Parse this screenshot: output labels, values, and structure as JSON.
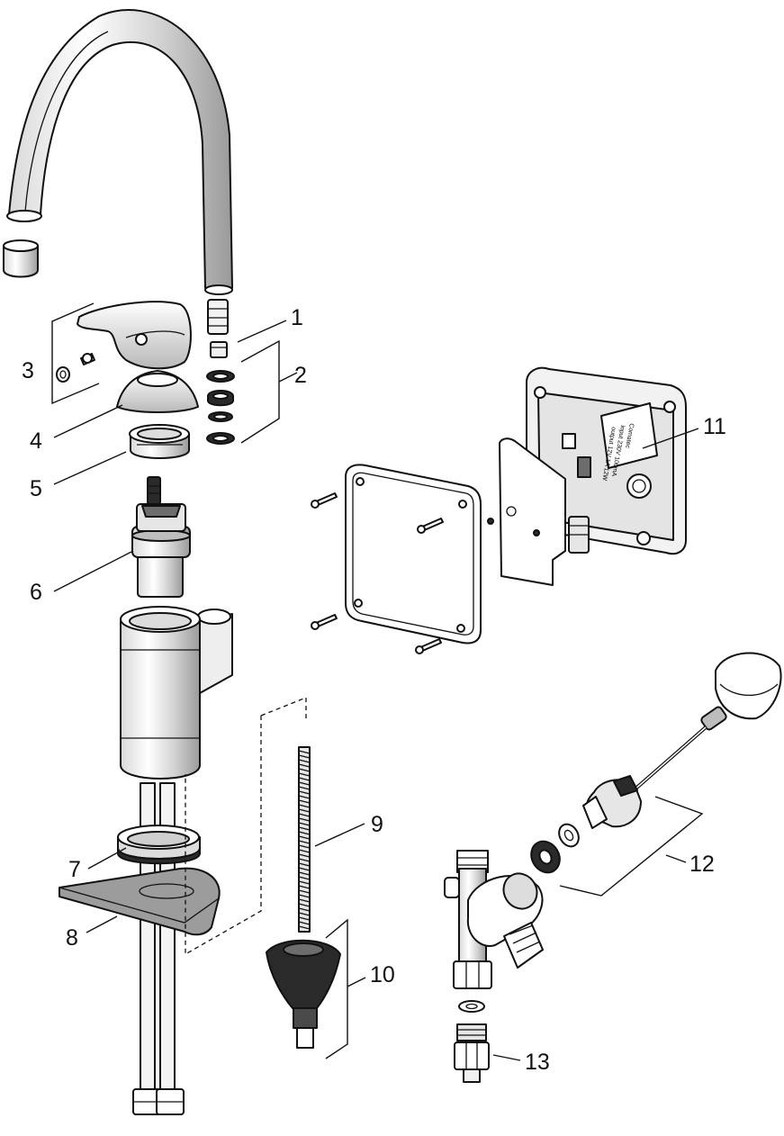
{
  "labels": {
    "p1": "1",
    "p2": "2",
    "p3": "3",
    "p4": "4",
    "p5": "5",
    "p6": "6",
    "p7": "7",
    "p8": "8",
    "p9": "9",
    "p10": "10",
    "p11": "11",
    "p12": "12",
    "p13": "13"
  },
  "sticker": {
    "line1": "Comatec",
    "line2": "input 230V 100mA",
    "line3": "output 12V 1A 12W"
  },
  "colors": {
    "line": "#111111",
    "paper": "#ffffff",
    "light_grey": "#e9e9e9",
    "mid_grey": "#b8b8b8",
    "dark_grey": "#6d6d6d",
    "black_part": "#2a2a2a"
  }
}
